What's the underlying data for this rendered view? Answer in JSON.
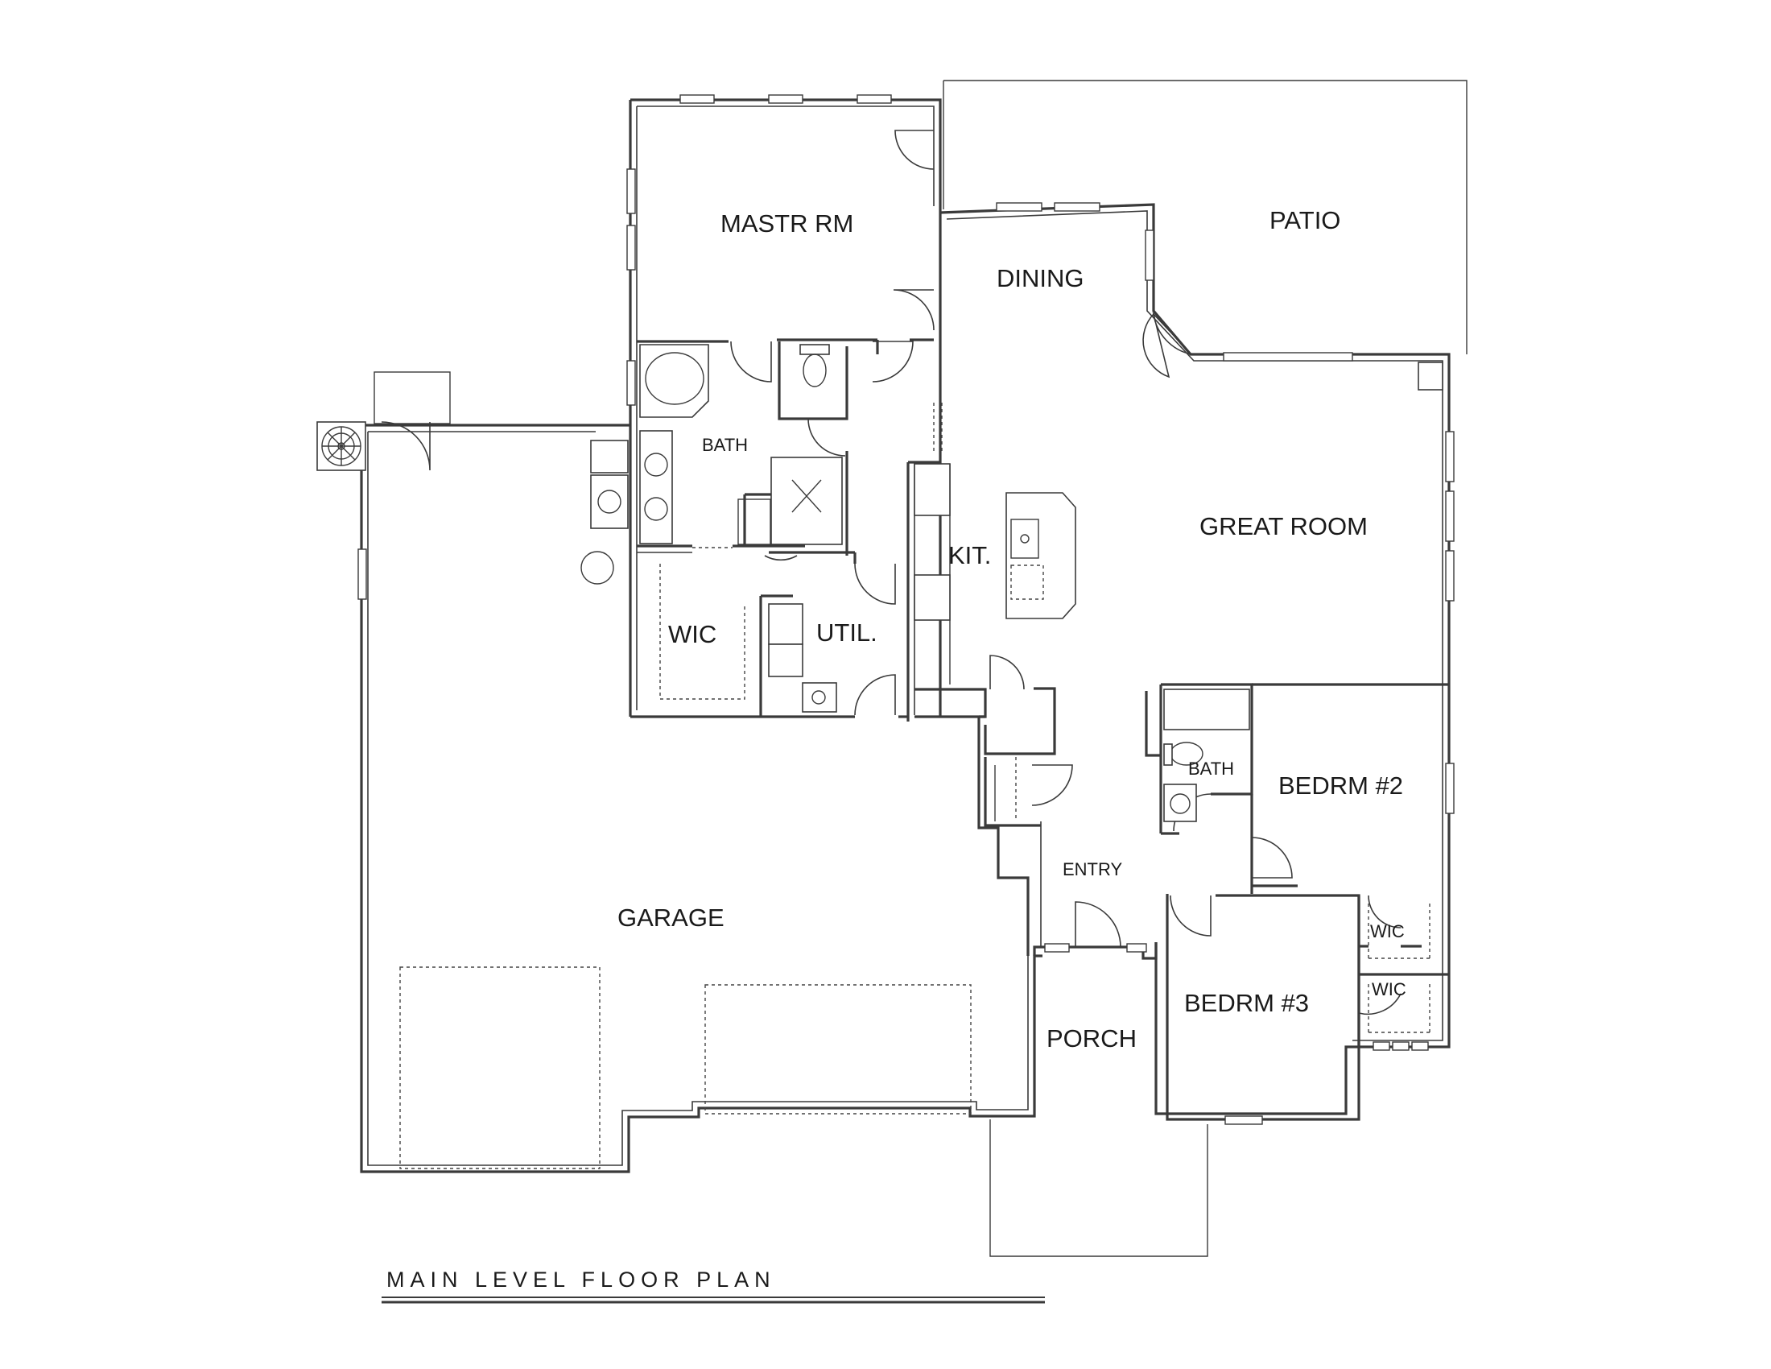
{
  "plan_title": "MAIN LEVEL FLOOR PLAN",
  "rooms": {
    "master": "MASTR RM",
    "patio": "PATIO",
    "dining": "DINING",
    "bath_master": "BATH",
    "great_room": "GREAT ROOM",
    "kitchen": "KIT.",
    "wic_master": "WIC",
    "utility": "UTIL.",
    "bath_hall": "BATH",
    "bedroom2": "BEDRM #2",
    "entry": "ENTRY",
    "garage": "GARAGE",
    "wic_bed2": "WIC",
    "wic_bed3": "WIC",
    "bedroom3": "BEDRM #3",
    "porch": "PORCH"
  },
  "icons": {
    "hvac": "fan-unit-icon",
    "door": "door-swing-icon",
    "window": "window-icon"
  },
  "colors": {
    "line": "#3a3a3a",
    "background": "#ffffff"
  }
}
